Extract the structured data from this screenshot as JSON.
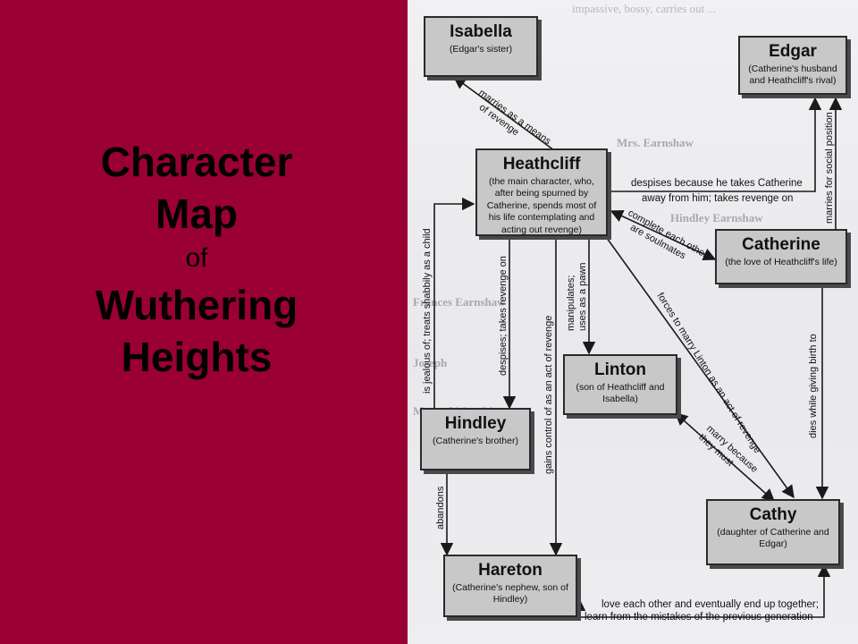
{
  "slide": {
    "title_line1": "Character",
    "title_line2": "Map",
    "title_line3": "of",
    "title_line4": "Wuthering",
    "title_line5": "Heights",
    "panel_color": "#9a0033"
  },
  "background_text": [
    {
      "text": "impassive, bossy, carries out ..."
    },
    {
      "text": "Mrs. Earnshaw"
    },
    {
      "text": "Hindley Earnshaw"
    },
    {
      "text": "Frances Earnshaw"
    },
    {
      "text": "Joseph"
    },
    {
      "text": "Mr. and Mrs. Linton"
    }
  ],
  "characters": {
    "isabella": {
      "name": "Isabella",
      "desc": "(Edgar's sister)"
    },
    "edgar": {
      "name": "Edgar",
      "desc": "(Catherine's husband and Heathcliff's rival)"
    },
    "heathcliff": {
      "name": "Heathcliff",
      "desc": "(the main character, who, after being spurned by Catherine, spends most of his life contemplating and acting out revenge)"
    },
    "catherine": {
      "name": "Catherine",
      "desc": "(the love of Heathcliff's life)"
    },
    "linton": {
      "name": "Linton",
      "desc": "(son of Heathcliff and Isabella)"
    },
    "hindley": {
      "name": "Hindley",
      "desc": "(Catherine's brother)"
    },
    "cathy": {
      "name": "Cathy",
      "desc": "(daughter of Catherine and Edgar)"
    },
    "hareton": {
      "name": "Hareton",
      "desc": "(Catherine's nephew, son of Hindley)"
    }
  },
  "relationships": {
    "marries_revenge_1": "marries as a means",
    "marries_revenge_2": "of revenge",
    "despises_takes_1": "despises because he takes Catherine",
    "despises_takes_2": "away from him; takes revenge on",
    "marries_social": "marries for social position",
    "complete_1": "complete each other;",
    "complete_2": "are soulmates",
    "jealous": "is jealous of; treats shabbily as a child",
    "despises_revenge": "despises; takes revenge on",
    "gains_control": "gains control of as an act of revenge",
    "manipulates_1": "manipulates;",
    "manipulates_2": "uses as a pawn",
    "forces_marry": "forces to marry Linton as an act of revenge",
    "dies_giving_birth": "dies while giving birth to",
    "marry_must_1": "marry because",
    "marry_must_2": "they must",
    "abandons": "abandons",
    "love_1": "love each other and eventually end up together;",
    "love_2": "learn from the mistakes of the previous generation"
  }
}
